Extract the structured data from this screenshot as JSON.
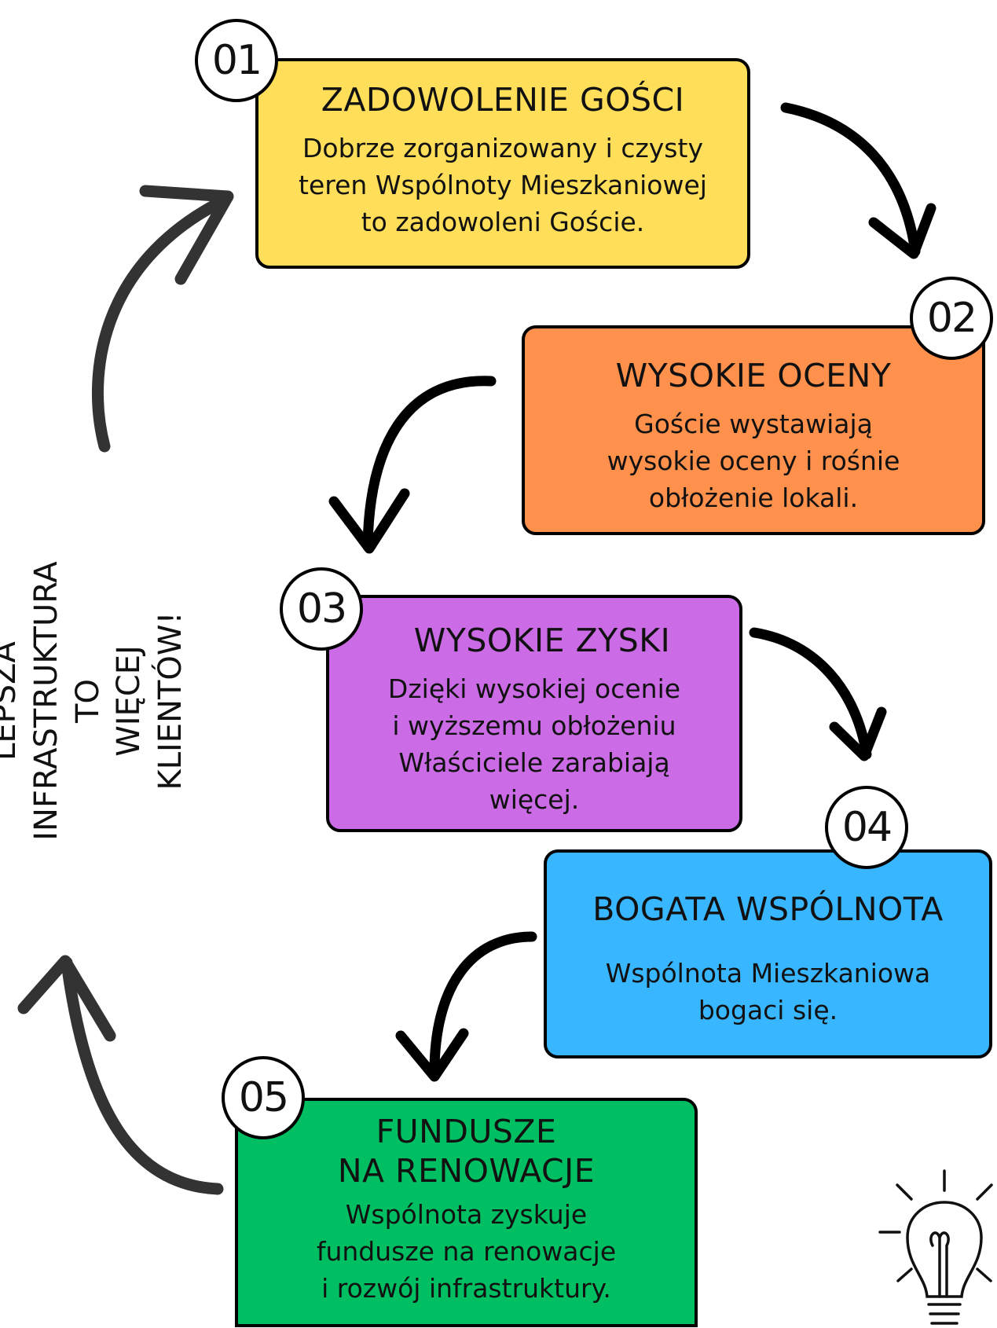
{
  "steps": [
    {
      "number": "01",
      "title": "ZADOWOLENIE GOŚCI",
      "body": "Dobrze zorganizowany i czysty\nteren Wspólnoty Mieszkaniowej\nto zadowoleni Goście.",
      "color": "#FFDE59"
    },
    {
      "number": "02",
      "title": "WYSOKIE OCENY",
      "body": "Goście wystawiają\nwysokie oceny i rośnie\nobłożenie lokali.",
      "color": "#FF914D"
    },
    {
      "number": "03",
      "title": "WYSOKIE ZYSKI",
      "body": "Dzięki wysokiej ocenie\ni wyższemu obłożeniu\nWłaściciele zarabiają\nwięcej.",
      "color": "#CB6CE6"
    },
    {
      "number": "04",
      "title": "BOGATA WSPÓLNOTA",
      "body": "Wspólnota Mieszkaniowa\nbogaci się.",
      "color": "#38B6FF"
    },
    {
      "number": "05",
      "title": "FUNDUSZE\nNA RENOWACJE",
      "body": "Wspólnota zyskuje\nfundusze na renowacje\ni rozwój infrastruktury.",
      "color": "#00BF63"
    }
  ],
  "side_caption": "LEPSZA\nINFRASTRUKTURA TO\nWIĘCEJ KLIENTÓW!",
  "icons": {
    "cycle_arrows": "curved-arrow-icon",
    "decor": "lightbulb-icon"
  },
  "colors": {
    "stroke": "#000000",
    "side_arrow": "#333333"
  }
}
